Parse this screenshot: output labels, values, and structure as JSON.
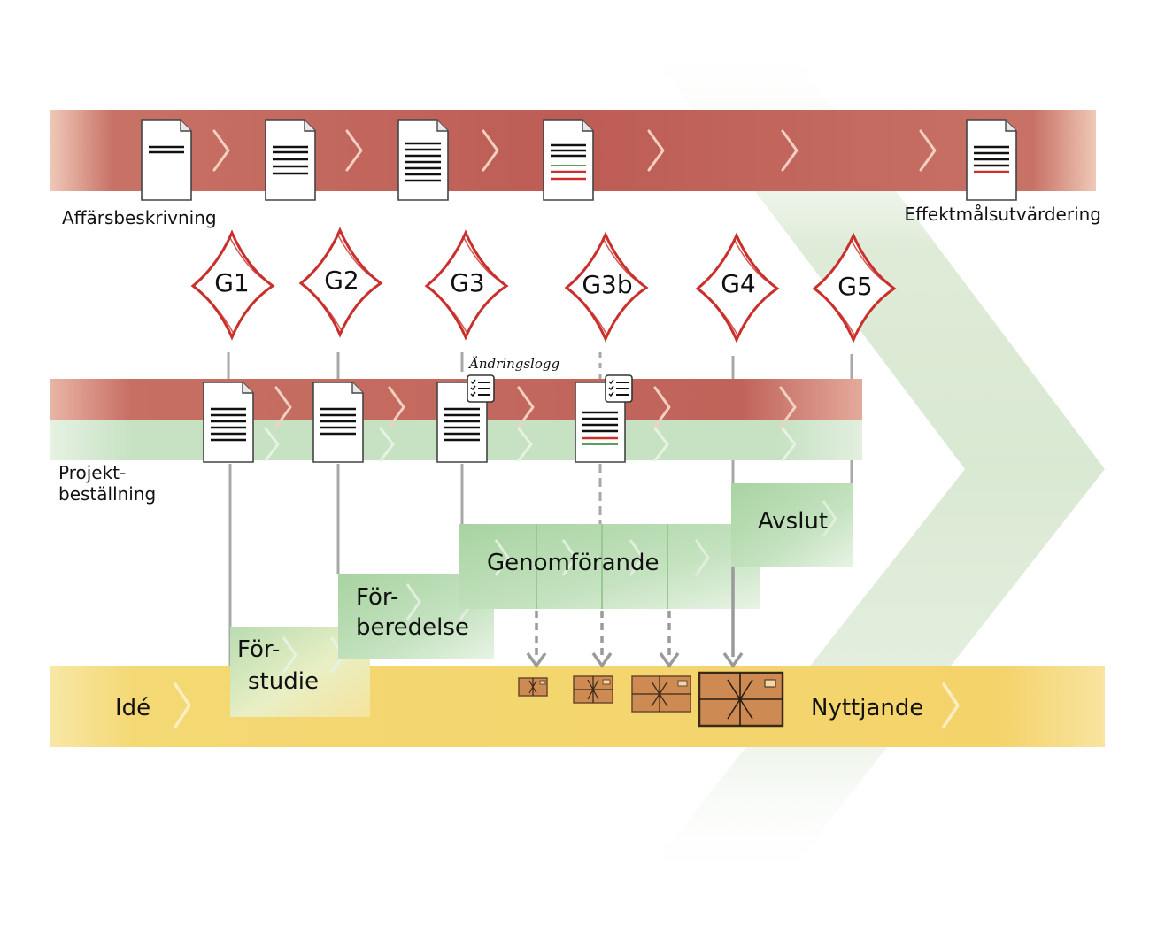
{
  "colors": {
    "red_band": "#c0635a",
    "green_band": "#c9e3c6",
    "yellow_band": "#f5db7c",
    "gate_red": "#c9302c",
    "phase_green": "#b7dbb1",
    "big_arrow": "#e4eedd",
    "package": "#cd8a52"
  },
  "labels": {
    "business_description": "Affärsbeskrivning",
    "effect_evaluation": "Effektmålsutvärdering",
    "project_order_line1": "Projekt-",
    "project_order_line2": "beställning",
    "change_log": "Ändringslogg",
    "idea": "Idé",
    "benefit": "Nyttjande"
  },
  "gates": [
    "G1",
    "G2",
    "G3",
    "G3b",
    "G4",
    "G5"
  ],
  "phases": {
    "prestudy_line1": "För-",
    "prestudy_line2": "studie",
    "preparation_line1": "För-",
    "preparation_line2": "beredelse",
    "execution": "Genomförande",
    "closing": "Avslut"
  },
  "icons": {
    "document": "document-icon",
    "checklist": "checklist-icon",
    "package": "package-icon",
    "gate": "gate-diamond-icon",
    "chevron": "chevron-icon"
  }
}
